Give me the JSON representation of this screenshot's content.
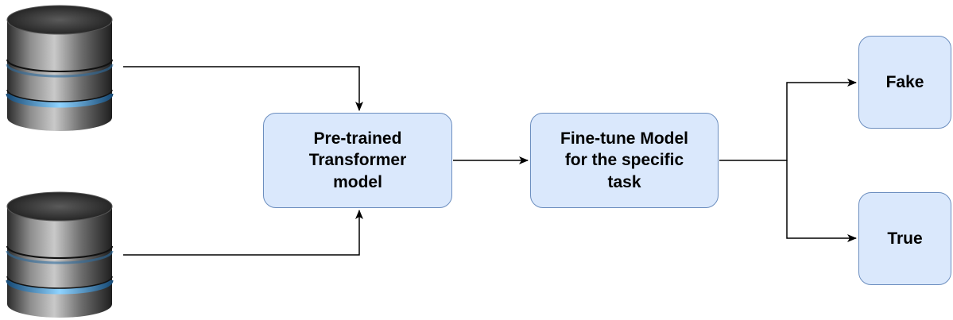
{
  "nodes": {
    "pretrained": "Pre-trained\nTransformer\nmodel",
    "finetune": "Fine-tune Model\nfor the specific\ntask",
    "fake": "Fake",
    "true": "True"
  },
  "colors": {
    "node_fill": "#dae8fc",
    "node_border": "#6c8ebf",
    "edge": "#000000"
  },
  "icons": [
    "database-icon",
    "database-icon"
  ]
}
